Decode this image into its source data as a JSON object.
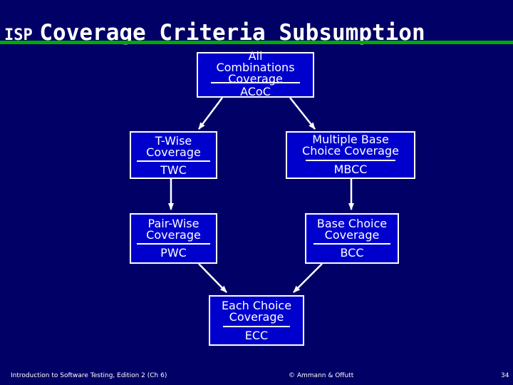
{
  "slide": {
    "title_prefix": "ISP",
    "title_main": "Coverage Criteria Subsumption"
  },
  "nodes": {
    "acoc": {
      "name": "All\nCombinations\nCoverage",
      "abbr": "ACoC"
    },
    "twc": {
      "name": "T-Wise\nCoverage",
      "abbr": "TWC"
    },
    "mbcc": {
      "name": "Multiple Base\nChoice Coverage",
      "abbr": "MBCC"
    },
    "pwc": {
      "name": "Pair-Wise\nCoverage",
      "abbr": "PWC"
    },
    "bcc": {
      "name": "Base Choice\nCoverage",
      "abbr": "BCC"
    },
    "ecc": {
      "name": "Each Choice\nCoverage",
      "abbr": "ECC"
    }
  },
  "footer": {
    "left": "Introduction to Software Testing, Edition 2 (Ch 6)",
    "center": "© Ammann & Offutt",
    "page": "34"
  },
  "colors": {
    "background": "#000066",
    "box_fill": "#0000cc",
    "title_rule": "#00aa00",
    "text": "#ffffff"
  }
}
